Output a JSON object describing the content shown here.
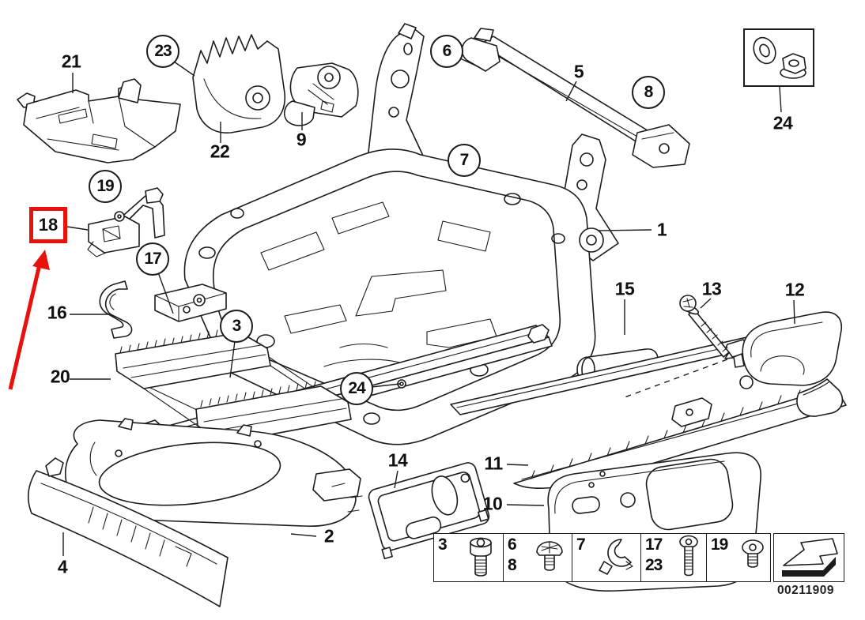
{
  "figure": {
    "title": "Vehicle seat underframe exploded parts diagram",
    "part_number": "00211909"
  },
  "colors": {
    "line": "#1c1c1c",
    "highlight": "#e8120d",
    "background": "#ffffff"
  },
  "highlight": {
    "target_part": "18",
    "style": "red box with red arrow pointer"
  },
  "callouts": {
    "n1": "1",
    "n2": "2",
    "n3": "3",
    "n4": "4",
    "n5": "5",
    "n6": "6",
    "n7": "7",
    "n8": "8",
    "n9": "9",
    "n10": "10",
    "n11": "11",
    "n12": "12",
    "n13": "13",
    "n14": "14",
    "n15": "15",
    "n16": "16",
    "n17": "17",
    "n18": "18",
    "n19": "19",
    "n20": "20",
    "n21": "21",
    "n22": "22",
    "n23": "23",
    "n24_rail": "24",
    "n24_box": "24"
  },
  "inset_box": {
    "label": "24",
    "contents": [
      "washer",
      "hex-flange-nut"
    ]
  },
  "legend": {
    "cells": [
      {
        "a": "3",
        "icon": "socket-head-cap-screw-icon"
      },
      {
        "a": "6",
        "b": "8",
        "icon": "pan-head-screw-icon"
      },
      {
        "a": "7",
        "icon": "retaining-clip-icon"
      },
      {
        "a": "17",
        "b": "23",
        "icon": "torx-screw-long-icon"
      },
      {
        "a": "19",
        "icon": "torx-screw-short-icon"
      },
      {
        "icon": "direction-arrow-icon"
      }
    ]
  }
}
